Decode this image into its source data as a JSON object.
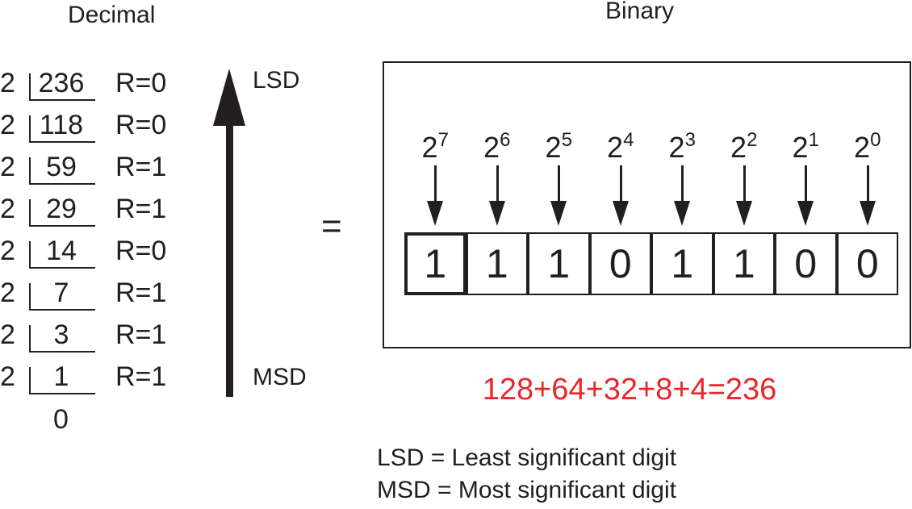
{
  "titles": {
    "decimal": "Decimal",
    "binary": "Binary"
  },
  "division": {
    "divisor": "2",
    "rows": [
      {
        "n": "236",
        "r": "R=0"
      },
      {
        "n": "118",
        "r": "R=0"
      },
      {
        "n": "59",
        "r": "R=1"
      },
      {
        "n": "29",
        "r": "R=1"
      },
      {
        "n": "14",
        "r": "R=0"
      },
      {
        "n": "7",
        "r": "R=1"
      },
      {
        "n": "3",
        "r": "R=1"
      },
      {
        "n": "1",
        "r": "R=1"
      }
    ],
    "final": "0"
  },
  "arrow": {
    "top_label": "LSD",
    "bottom_label": "MSD"
  },
  "equals": "=",
  "binary": {
    "powers": [
      {
        "b": "2",
        "e": "7"
      },
      {
        "b": "2",
        "e": "6"
      },
      {
        "b": "2",
        "e": "5"
      },
      {
        "b": "2",
        "e": "4"
      },
      {
        "b": "2",
        "e": "3"
      },
      {
        "b": "2",
        "e": "2"
      },
      {
        "b": "2",
        "e": "1"
      },
      {
        "b": "2",
        "e": "0"
      }
    ],
    "bits": [
      "1",
      "1",
      "1",
      "0",
      "1",
      "1",
      "0",
      "0"
    ]
  },
  "sum": {
    "text": "128+64+32+8+4=236",
    "color": "#e8262b"
  },
  "legend": [
    "LSD = Least significant digit",
    "MSD = Most significant digit"
  ]
}
